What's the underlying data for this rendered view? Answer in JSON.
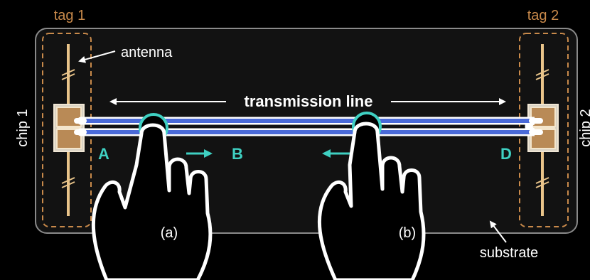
{
  "labels": {
    "tag1": "tag 1",
    "tag2": "tag 2",
    "chip1": "chip 1",
    "chip2": "chip 2",
    "antenna": "antenna",
    "transmission_line": "transmission line",
    "substrate": "substrate",
    "point_a": "A",
    "point_b": "B",
    "point_d": "D",
    "hand_a": "(a)",
    "hand_b": "(b)"
  },
  "colors": {
    "background": "#000000",
    "substrate_fill": "#121212",
    "substrate_border": "#8a8a8a",
    "tag_outline": "#c98a4b",
    "antenna_wire": "#e9c48a",
    "chip_pad": "#b98a56",
    "transmission_line": "#4a6ad8",
    "accent_cyan": "#3fd0c2",
    "text": "#ffffff",
    "hand_fill": "#000000",
    "hand_stroke": "#ffffff"
  }
}
